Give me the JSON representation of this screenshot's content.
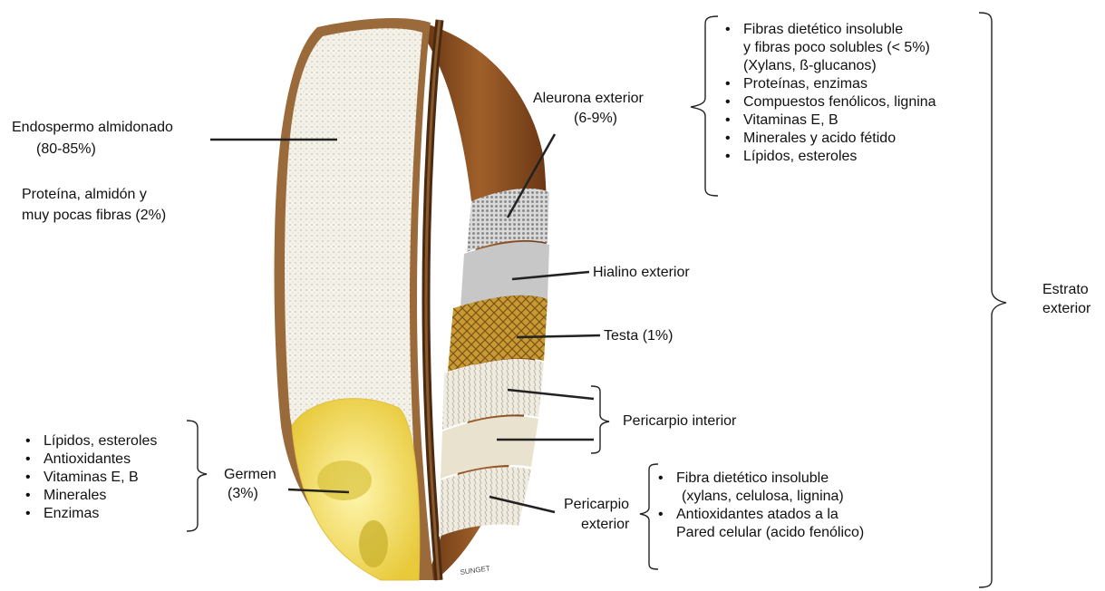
{
  "endosperm": {
    "name": "Endospermo almidonado",
    "pct": "(80-85%)",
    "desc1": "Proteína, almidón y",
    "desc2": "muy pocas fibras (2%)"
  },
  "aleurone": {
    "name": "Aleurona exterior",
    "pct": "(6-9%)"
  },
  "aleurone_list": [
    {
      "line1": "Fibras dietético insoluble",
      "line2": "y fibras poco solubles (< 5%)",
      "line3": "(Xylans, ß-glucanos)"
    },
    {
      "line1": "Proteínas, enzimas"
    },
    {
      "line1": "Compuestos fenólicos, lignina"
    },
    {
      "line1": "Vitaminas E, B"
    },
    {
      "line1": "Minerales y acido fétido"
    },
    {
      "line1": "Lípidos, esteroles"
    }
  ],
  "hyaline": {
    "name": "Hialino exterior"
  },
  "testa": {
    "name": "Testa (1%)"
  },
  "inner_pericarp": {
    "name": "Pericarpio interior"
  },
  "outer_pericarp": {
    "name1": "Pericarpio",
    "name2": "exterior"
  },
  "outer_pericarp_list": [
    {
      "line1": "Fibra dietético insoluble",
      "line2": "(xylans, celulosa, lignina)"
    },
    {
      "line1": "Antioxidantes atados a la",
      "line2": "Pared celular (acido fenólico)"
    }
  ],
  "outer_layer": {
    "line1": "Estrato",
    "line2": "exterior"
  },
  "germ": {
    "name": "Germen",
    "pct": "(3%)"
  },
  "germ_list": [
    "Lípidos, esteroles",
    "Antioxidantes",
    "Vitaminas E, B",
    "Minerales",
    "Enzimas"
  ],
  "watermark": "SUNGET",
  "colors": {
    "endosperm": "#f1efe6",
    "husk": "#8a4a1e",
    "testa": "#b88a2a",
    "germ": "#f2dc55",
    "line": "#222222"
  }
}
